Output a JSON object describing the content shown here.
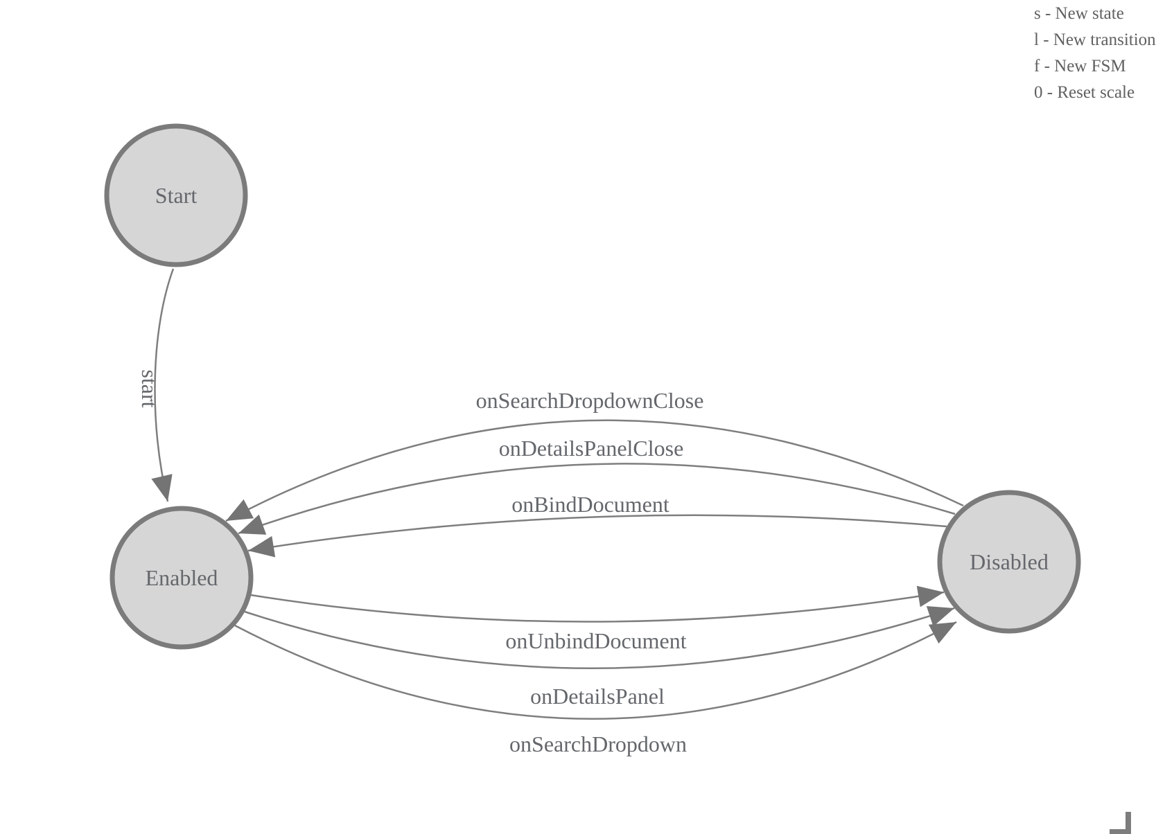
{
  "legend": {
    "items": [
      "s - New state",
      "l - New transition",
      "f - New FSM",
      "0 - Reset scale"
    ]
  },
  "diagram": {
    "nodes": [
      {
        "id": "start",
        "label": "Start"
      },
      {
        "id": "enabled",
        "label": "Enabled"
      },
      {
        "id": "disabled",
        "label": "Disabled"
      }
    ],
    "edges": [
      {
        "from": "start",
        "to": "enabled",
        "label": "start"
      },
      {
        "from": "disabled",
        "to": "enabled",
        "label": "onSearchDropdownClose"
      },
      {
        "from": "disabled",
        "to": "enabled",
        "label": "onDetailsPanelClose"
      },
      {
        "from": "disabled",
        "to": "enabled",
        "label": "onBindDocument"
      },
      {
        "from": "enabled",
        "to": "disabled",
        "label": "onUnbindDocument"
      },
      {
        "from": "enabled",
        "to": "disabled",
        "label": "onDetailsPanel"
      },
      {
        "from": "enabled",
        "to": "disabled",
        "label": "onSearchDropdown"
      }
    ]
  },
  "colors": {
    "node_fill": "#d6d6d6",
    "node_stroke": "#7b7b7b",
    "edge_stroke": "#7e7e7e",
    "arrow_fill": "#747474",
    "label_text": "#64676b",
    "legend_text": "#606060"
  }
}
